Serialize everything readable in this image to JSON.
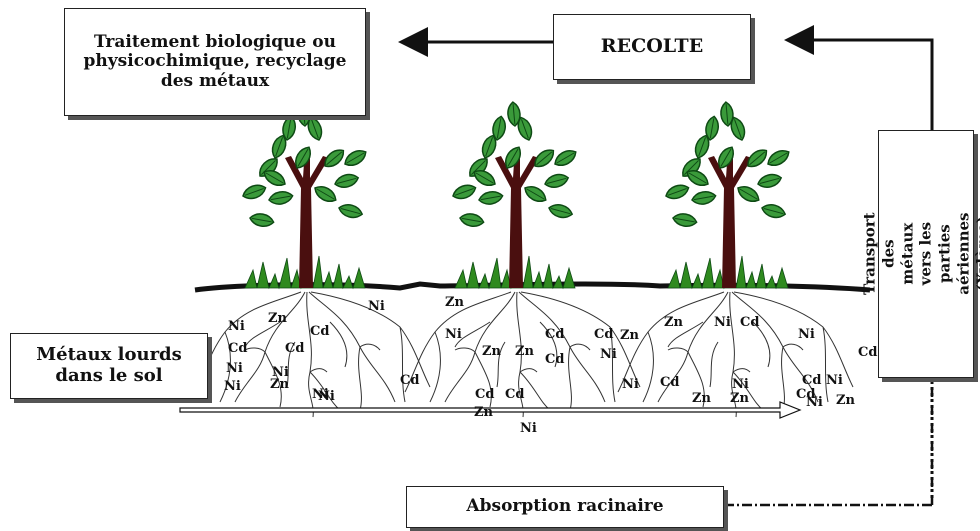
{
  "boxes": {
    "traitement": "Traitement biologique ou physicochimique, recyclage des métaux",
    "recolte": "RECOLTE",
    "metaux_sol": "Métaux lourds dans le sol",
    "absorption": "Absorption racinaire",
    "transport": "Transport des métaux vers les parties aériennes (Xylème)"
  },
  "metals": [
    "Ni",
    "Zn",
    "Cd",
    "Cd",
    "Cd",
    "Ni",
    "Zn",
    "Ni",
    "Ni",
    "Cd",
    "Ni",
    "Zn",
    "Ni",
    "Zn",
    "Cd",
    "Cd",
    "Cd",
    "Cd",
    "Zn",
    "Ni",
    "Cd",
    "Ni",
    "Cd",
    "Zn",
    "Ni",
    "Zn",
    "Cd",
    "Ni",
    "Cd",
    "Ni",
    "Zn",
    "Cd",
    "Ni",
    "Ni",
    "Zn",
    "Cd",
    "Ni",
    "Ni",
    "Zn",
    "Zn",
    "Ni"
  ],
  "colors": {
    "leaf": "#3a9a3a",
    "leaf_dark": "#0e4a14",
    "trunk": "#4a0f0f",
    "grass": "#2f8a1f",
    "ink": "#111111"
  }
}
